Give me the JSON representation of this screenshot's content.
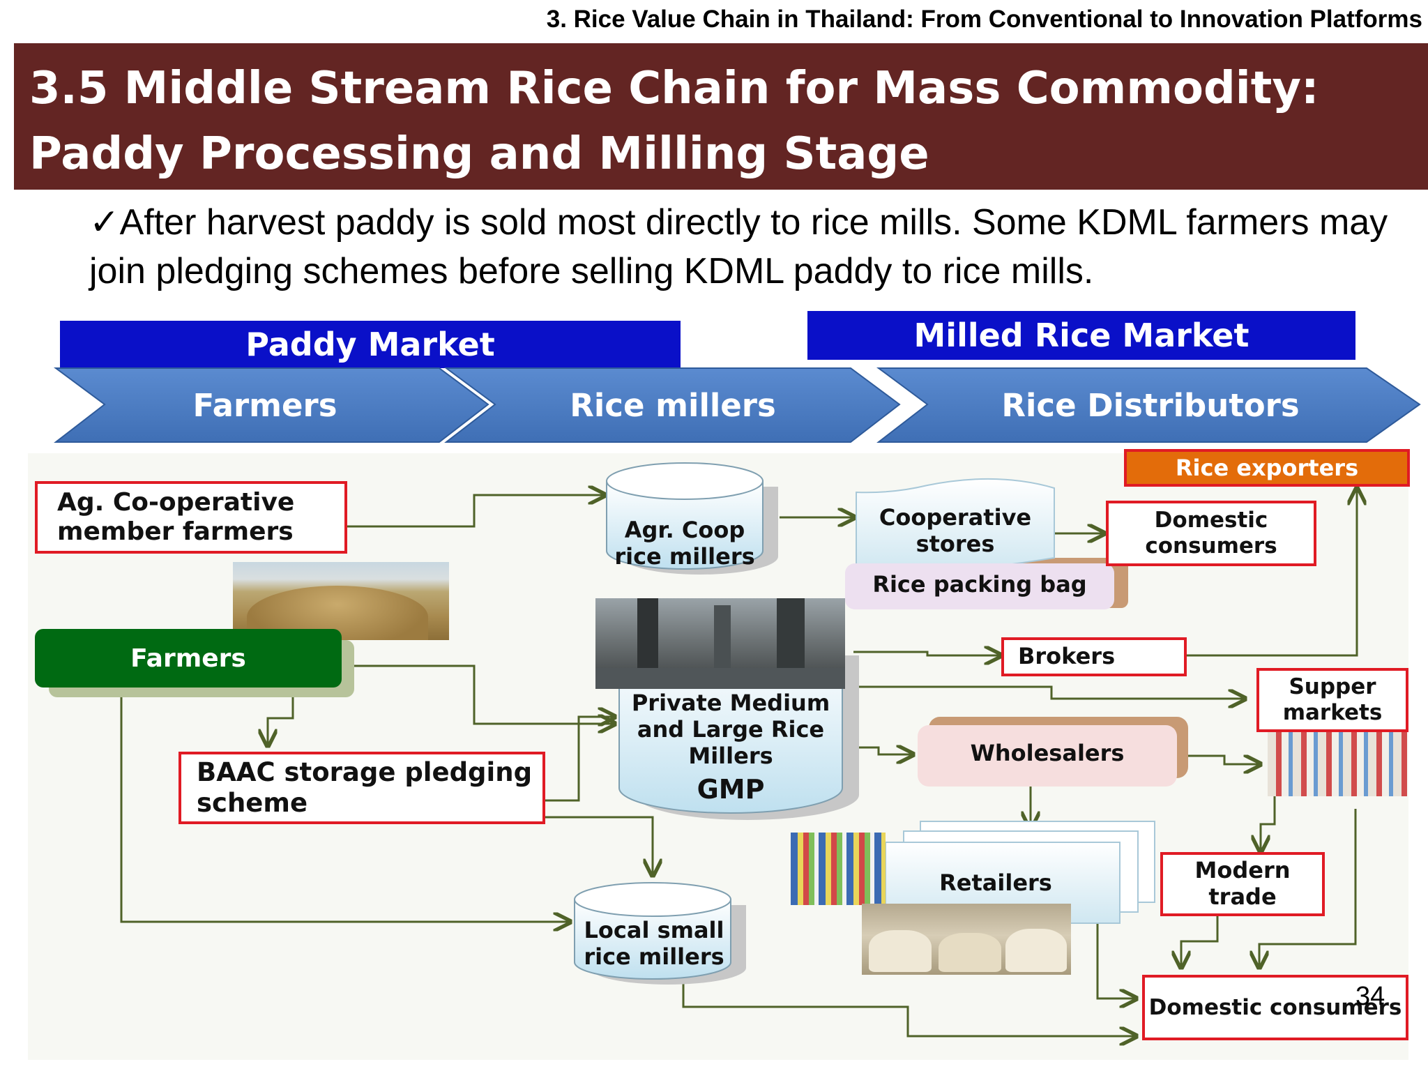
{
  "header": {
    "chapter": "3.  Rice Value Chain in Thailand: From Conventional  to Innovation Platforms",
    "title": "3.5  Middle Stream Rice Chain for Mass Commodity: Paddy Processing and Milling Stage"
  },
  "bullet": {
    "check": "✓",
    "text": "After harvest paddy is sold most directly  to rice mills. Some KDML farmers may join pledging schemes before selling KDML paddy to rice mills."
  },
  "markets": {
    "paddy": "Paddy Market",
    "milled": "Milled Rice Market"
  },
  "stages": [
    "Farmers",
    "Rice millers",
    "Rice Distributors"
  ],
  "nodes": {
    "ag_coop_farmers": "Ag. Co-operative member farmers",
    "farmers": "Farmers",
    "baac": "BAAC storage pledging scheme",
    "agr_coop_millers": "Agr. Coop rice millers",
    "private_millers": "Private Medium and Large Rice Millers",
    "gmp": "GMP",
    "local_millers": "Local small rice millers",
    "coop_stores": "Cooperative stores",
    "rice_packing_bag": "Rice packing bag",
    "rice_exporters": "Rice exporters",
    "domestic_consumers_top": "Domestic consumers",
    "brokers": "Brokers",
    "supermarkets": "Supper markets",
    "wholesalers": "Wholesalers",
    "retailers": "Retailers",
    "modern_trade": "Modern trade",
    "domestic_consumers_bottom": "Domestic consumers"
  },
  "page_number": "34",
  "colors": {
    "title_bar": "#632523",
    "market_blue": "#0a10c8",
    "chevron_blue": "#4d7cc0",
    "red_border": "#e01b24",
    "exporters_fill": "#e36c0a",
    "farmers_green": "#006a12",
    "arrow": "#4f6228"
  }
}
